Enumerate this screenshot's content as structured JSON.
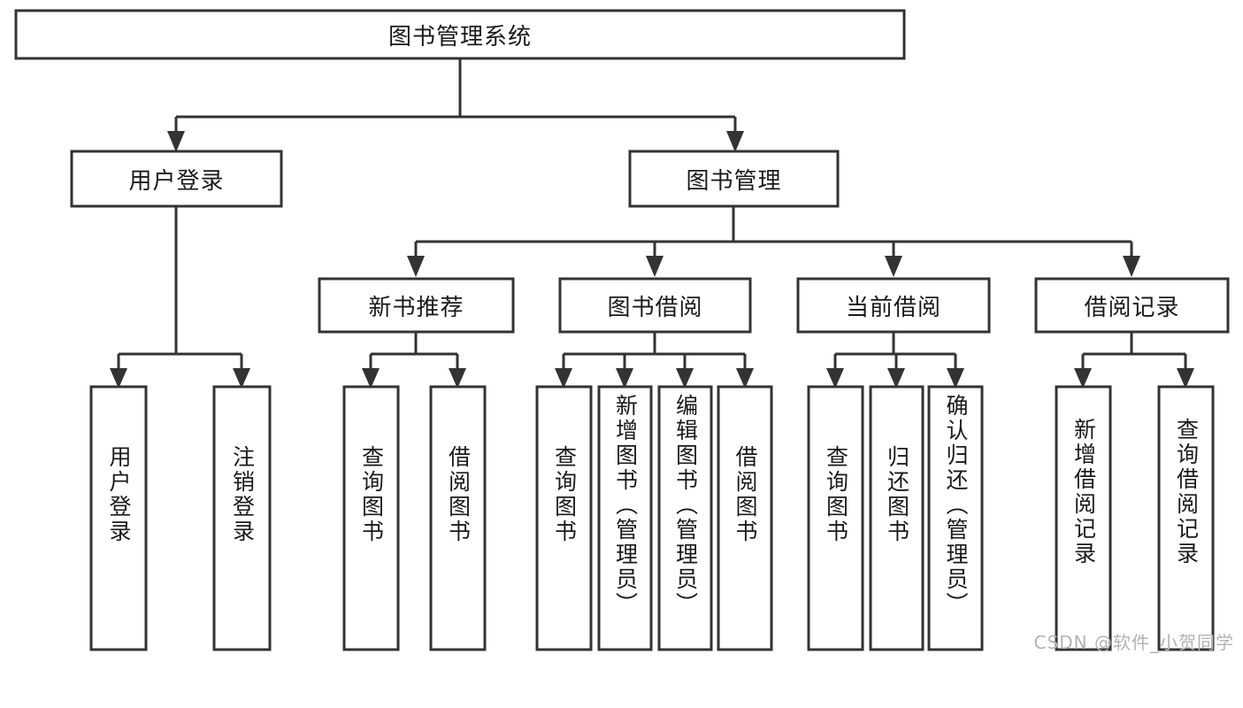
{
  "diagram": {
    "type": "tree",
    "title": "图书管理系统",
    "root": {
      "id": "root",
      "label": "图书管理系统"
    },
    "level2": [
      {
        "id": "user-login",
        "label": "用户登录"
      },
      {
        "id": "book-management",
        "label": "图书管理"
      }
    ],
    "level3": [
      {
        "id": "new-book-recommend",
        "label": "新书推荐",
        "parent": "book-management"
      },
      {
        "id": "book-borrow",
        "label": "图书借阅",
        "parent": "book-management"
      },
      {
        "id": "current-borrow",
        "label": "当前借阅",
        "parent": "book-management"
      },
      {
        "id": "borrow-record",
        "label": "借阅记录",
        "parent": "book-management"
      }
    ],
    "leaves": [
      {
        "id": "leaf-user-login",
        "label": "用户登录",
        "parent": "user-login"
      },
      {
        "id": "leaf-logout-login",
        "label": "注销登录",
        "parent": "user-login"
      },
      {
        "id": "leaf-query-book-1",
        "label": "查询图书",
        "parent": "new-book-recommend"
      },
      {
        "id": "leaf-borrow-book-1",
        "label": "借阅图书",
        "parent": "new-book-recommend"
      },
      {
        "id": "leaf-query-book-2",
        "label": "查询图书",
        "parent": "book-borrow"
      },
      {
        "id": "leaf-add-book",
        "label": "新增图书（管理员）",
        "parent": "book-borrow"
      },
      {
        "id": "leaf-edit-book",
        "label": "编辑图书（管理员）",
        "parent": "book-borrow"
      },
      {
        "id": "leaf-borrow-book-2",
        "label": "借阅图书",
        "parent": "book-borrow"
      },
      {
        "id": "leaf-query-book-3",
        "label": "查询图书",
        "parent": "current-borrow"
      },
      {
        "id": "leaf-return-book",
        "label": "归还图书",
        "parent": "current-borrow"
      },
      {
        "id": "leaf-confirm-return",
        "label": "确认归还（管理员）",
        "parent": "current-borrow"
      },
      {
        "id": "leaf-add-record",
        "label": "新增借阅记录",
        "parent": "borrow-record"
      },
      {
        "id": "leaf-query-record",
        "label": "查询借阅记录",
        "parent": "borrow-record"
      }
    ],
    "colors": {
      "box_stroke": "#333333",
      "box_fill": "#ffffff",
      "text": "#1a1a1a",
      "background": "#ffffff",
      "watermark": "#b3b3b3"
    }
  },
  "watermark": {
    "text": "CSDN @软件_小贺同学"
  }
}
